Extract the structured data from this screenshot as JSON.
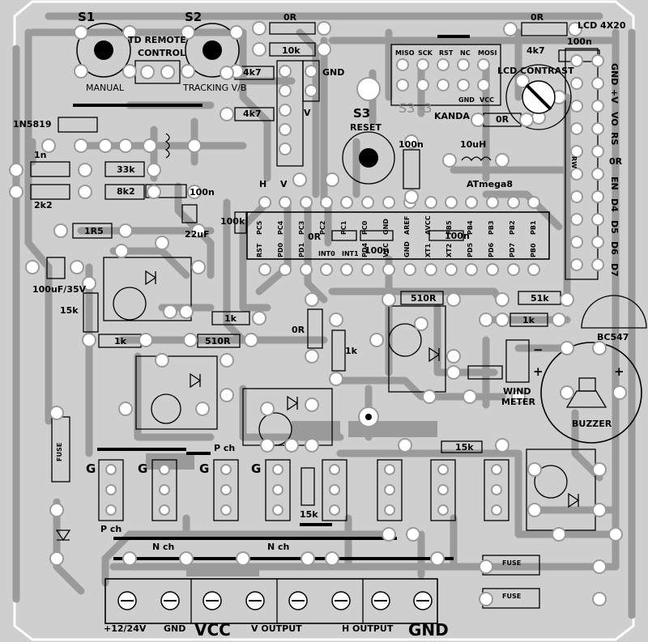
{
  "colors": {
    "board": "#cfcfcf",
    "copper": "#9a9a9a",
    "pad": "#ffffff",
    "silk": "#000000",
    "hole": "#000000"
  },
  "labels": {
    "s1": "S1",
    "s2": "S2",
    "s3": "S3",
    "reset": "RESET",
    "td_remote_1": "TD REMOTE",
    "td_remote_2": "CONTROL",
    "manual": "MANUAL",
    "tracking": "TRACKING V/B",
    "r0_top1": "0R",
    "r0_top2": "0R",
    "r10k": "10k",
    "r4k7_a": "4k7",
    "r4k7_b": "4k7",
    "r4k7_c": "4k7",
    "gnd_top": "GND",
    "v_top": "V",
    "lcd": "LCD 4X20",
    "c100n_top": "100n",
    "lcd_contrast": "LCD CONTRAST",
    "r0_contrast": "0R",
    "kanda": "KANDA",
    "isp_miso": "MISO",
    "isp_sck": "SCK",
    "isp_rst": "RST",
    "isp_nc": "NC",
    "isp_mosi": "MOSI",
    "isp_gnd": "GND",
    "isp_vcc": "VCC",
    "d1n5819": "1N5819",
    "c1n": "1n",
    "r33k": "33k",
    "r8k2": "8k2",
    "r2k2": "2k2",
    "c100n_left": "100n",
    "c22uf": "22uF",
    "r1r5": "1R5",
    "c100uf": "100uF/35V",
    "r15k_left": "15k",
    "r100k": "100k",
    "c100n_mid": "100n",
    "l10uh": "10uH",
    "atmega": "ATmega8",
    "h_lbl": "H",
    "v_lbl": "V",
    "pin_pc5": "PC5",
    "pin_pc4": "PC4",
    "pin_pc3": "PC3",
    "pin_pc2": "PC2",
    "pin_pc1": "PC1",
    "pin_pc0": "PC0",
    "pin_gnd": "GND",
    "pin_aref": "AREF",
    "pin_avcc": "AVCC",
    "pin_pb5": "PB5",
    "pin_pb4": "PB4",
    "pin_pb3": "PB3",
    "pin_pb2": "PB2",
    "pin_pb1": "PB1",
    "pin_rst": "RST",
    "pin_pd0": "PD0",
    "pin_pd1": "PD1",
    "pin_int0": "INT0",
    "pin_int1": "INT1",
    "pin_pd4": "PD4",
    "pin_vcc": "VCC",
    "pin_gnd2": "GND",
    "pin_xt1": "XT1",
    "pin_xt2": "XT2",
    "pin_pd5": "PD5",
    "pin_pd6": "PD6",
    "pin_pd7": "PD7",
    "pin_pb0": "PB0",
    "c100n_chip": "100n",
    "c100n_chip2": "100n",
    "r0_chip": "0R",
    "r510_a": "510R",
    "r510_b": "510R",
    "r51k": "51k",
    "r1k_a": "1k",
    "r1k_b": "1k",
    "r1k_c": "1k",
    "r1k_d": "1k",
    "r0_mid": "0R",
    "bc547": "BC547",
    "wind_1": "WIND",
    "wind_2": "METER",
    "plus1": "+",
    "minus1": "−",
    "plus2": "+",
    "buzzer": "BUZZER",
    "r15k_right": "15k",
    "r15k_mid": "15k",
    "fuse_left": "FUSE",
    "fuse_r1": "FUSE",
    "fuse_r2": "FUSE",
    "g1": "G",
    "g2": "G",
    "g3": "G",
    "g4": "G",
    "pch1": "P ch",
    "pch2": "P ch",
    "nch1": "N ch",
    "nch2": "N ch",
    "t_12v": "+12/24V",
    "t_gnd": "GND",
    "t_vcc": "VCC",
    "t_vout": "V OUTPUT",
    "t_hout": "H OUTPUT",
    "t_gnd2": "GND",
    "lcd_gnd": "GND",
    "lcd_4v": "+V",
    "lcd_vo": "VO",
    "lcd_rs": "RS",
    "lcd_rw": "RW",
    "lcd_en": "EN",
    "lcd_d4": "D4",
    "lcd_d5": "D5",
    "lcd_d6": "D6",
    "lcd_d7": "D7",
    "r0_lcd": "0R",
    "ghost": "S3 -3"
  }
}
